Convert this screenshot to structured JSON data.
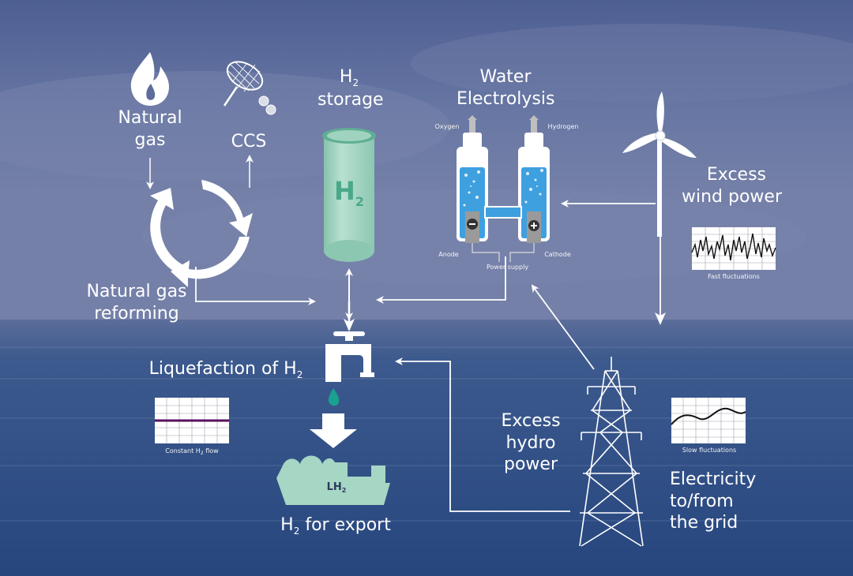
{
  "labels": {
    "natural_gas_l1": "Natural",
    "natural_gas_l2": "gas",
    "ccs": "CCS",
    "h2_storage_main": "H",
    "h2_storage_sub": "2",
    "h2_storage_l2": "storage",
    "water_electrolysis_l1": "Water",
    "water_electrolysis_l2": "Electrolysis",
    "oxygen": "Oxygen",
    "hydrogen": "Hydrogen",
    "anode": "Anode",
    "cathode": "Cathode",
    "power_supply": "Power supply",
    "excess_wind_l1": "Excess",
    "excess_wind_l2": "wind power",
    "fast_fluctuations": "Fast fluctuations",
    "reforming_l1": "Natural gas",
    "reforming_l2": "reforming",
    "liquefaction_main": "Liquefaction of H",
    "liquefaction_sub": "2",
    "constant_flow_main": "Constant H",
    "constant_flow_sub": "2",
    "constant_flow_end": " flow",
    "tank_h": "H",
    "tank_2": "2",
    "ship_lh": "LH",
    "ship_2": "2",
    "export_main": "H",
    "export_sub": "2",
    "export_end": " for export",
    "hydro_l1": "Excess",
    "hydro_l2": "hydro",
    "hydro_l3": "power",
    "slow_fluctuations": "Slow fluctuations",
    "grid_l1": "Electricity",
    "grid_l2": "to/from",
    "grid_l3": "the grid"
  },
  "colors": {
    "sky": "#5d6c9a",
    "sea": "#2f4f86",
    "white": "#ffffff",
    "storage_tank": "#a6d6c4",
    "tank_text": "#4aa88a",
    "electrolyte": "#3fa0e0",
    "ship": "#a6d6c4",
    "droplet": "#1aa090"
  },
  "icons": [
    "flame-icon",
    "ccs-net-icon",
    "recycle-arrows-icon",
    "storage-tank-icon",
    "electrolyser-icon",
    "wind-turbine-icon",
    "tap-icon",
    "droplet-icon",
    "down-arrow-icon",
    "ship-icon",
    "pylon-icon",
    "fluctuation-chart-icon"
  ]
}
